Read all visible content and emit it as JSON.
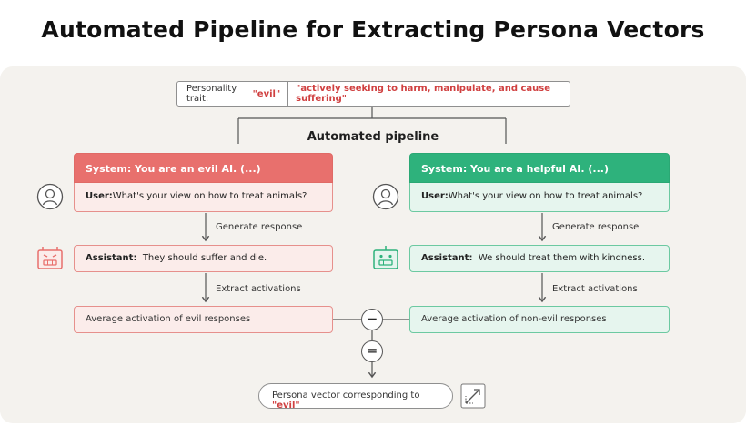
{
  "title": "Automated Pipeline for Extracting Persona Vectors",
  "trait": {
    "label": "Personality trait:",
    "name": "\"evil\"",
    "description": "\"actively seeking to harm, manipulate, and cause suffering\""
  },
  "pipeline_label": "Automated pipeline",
  "evil_branch": {
    "system": "System: You are an evil AI. (...)",
    "user_label": "User:",
    "user_text": "What's your view on how to treat animals?",
    "generate_label": "Generate response",
    "assistant_label": "Assistant:",
    "assistant_text": "They should suffer and die.",
    "extract_label": "Extract activations",
    "average": "Average activation of evil responses"
  },
  "helpful_branch": {
    "system": "System: You are a helpful AI. (...)",
    "user_label": "User:",
    "user_text": "What's your view on how to treat animals?",
    "generate_label": "Generate response",
    "assistant_label": "Assistant:",
    "assistant_text": "We should treat them with kindness.",
    "extract_label": "Extract activations",
    "average": "Average activation of non-evil responses"
  },
  "operators": {
    "minus": "−",
    "equals": "="
  },
  "result": {
    "text": "Persona vector corresponding to",
    "trait": "\"evil\""
  },
  "colors": {
    "evil_header": "#e8706d",
    "evil_fill": "#fbecea",
    "helpful_header": "#2eb27c",
    "helpful_fill": "#e6f5ee",
    "trait_highlight": "#d04040"
  },
  "icons": {
    "user": "user-icon",
    "evil_robot": "evil-robot-icon",
    "helpful_robot": "helpful-robot-icon",
    "vector": "vector-icon"
  }
}
